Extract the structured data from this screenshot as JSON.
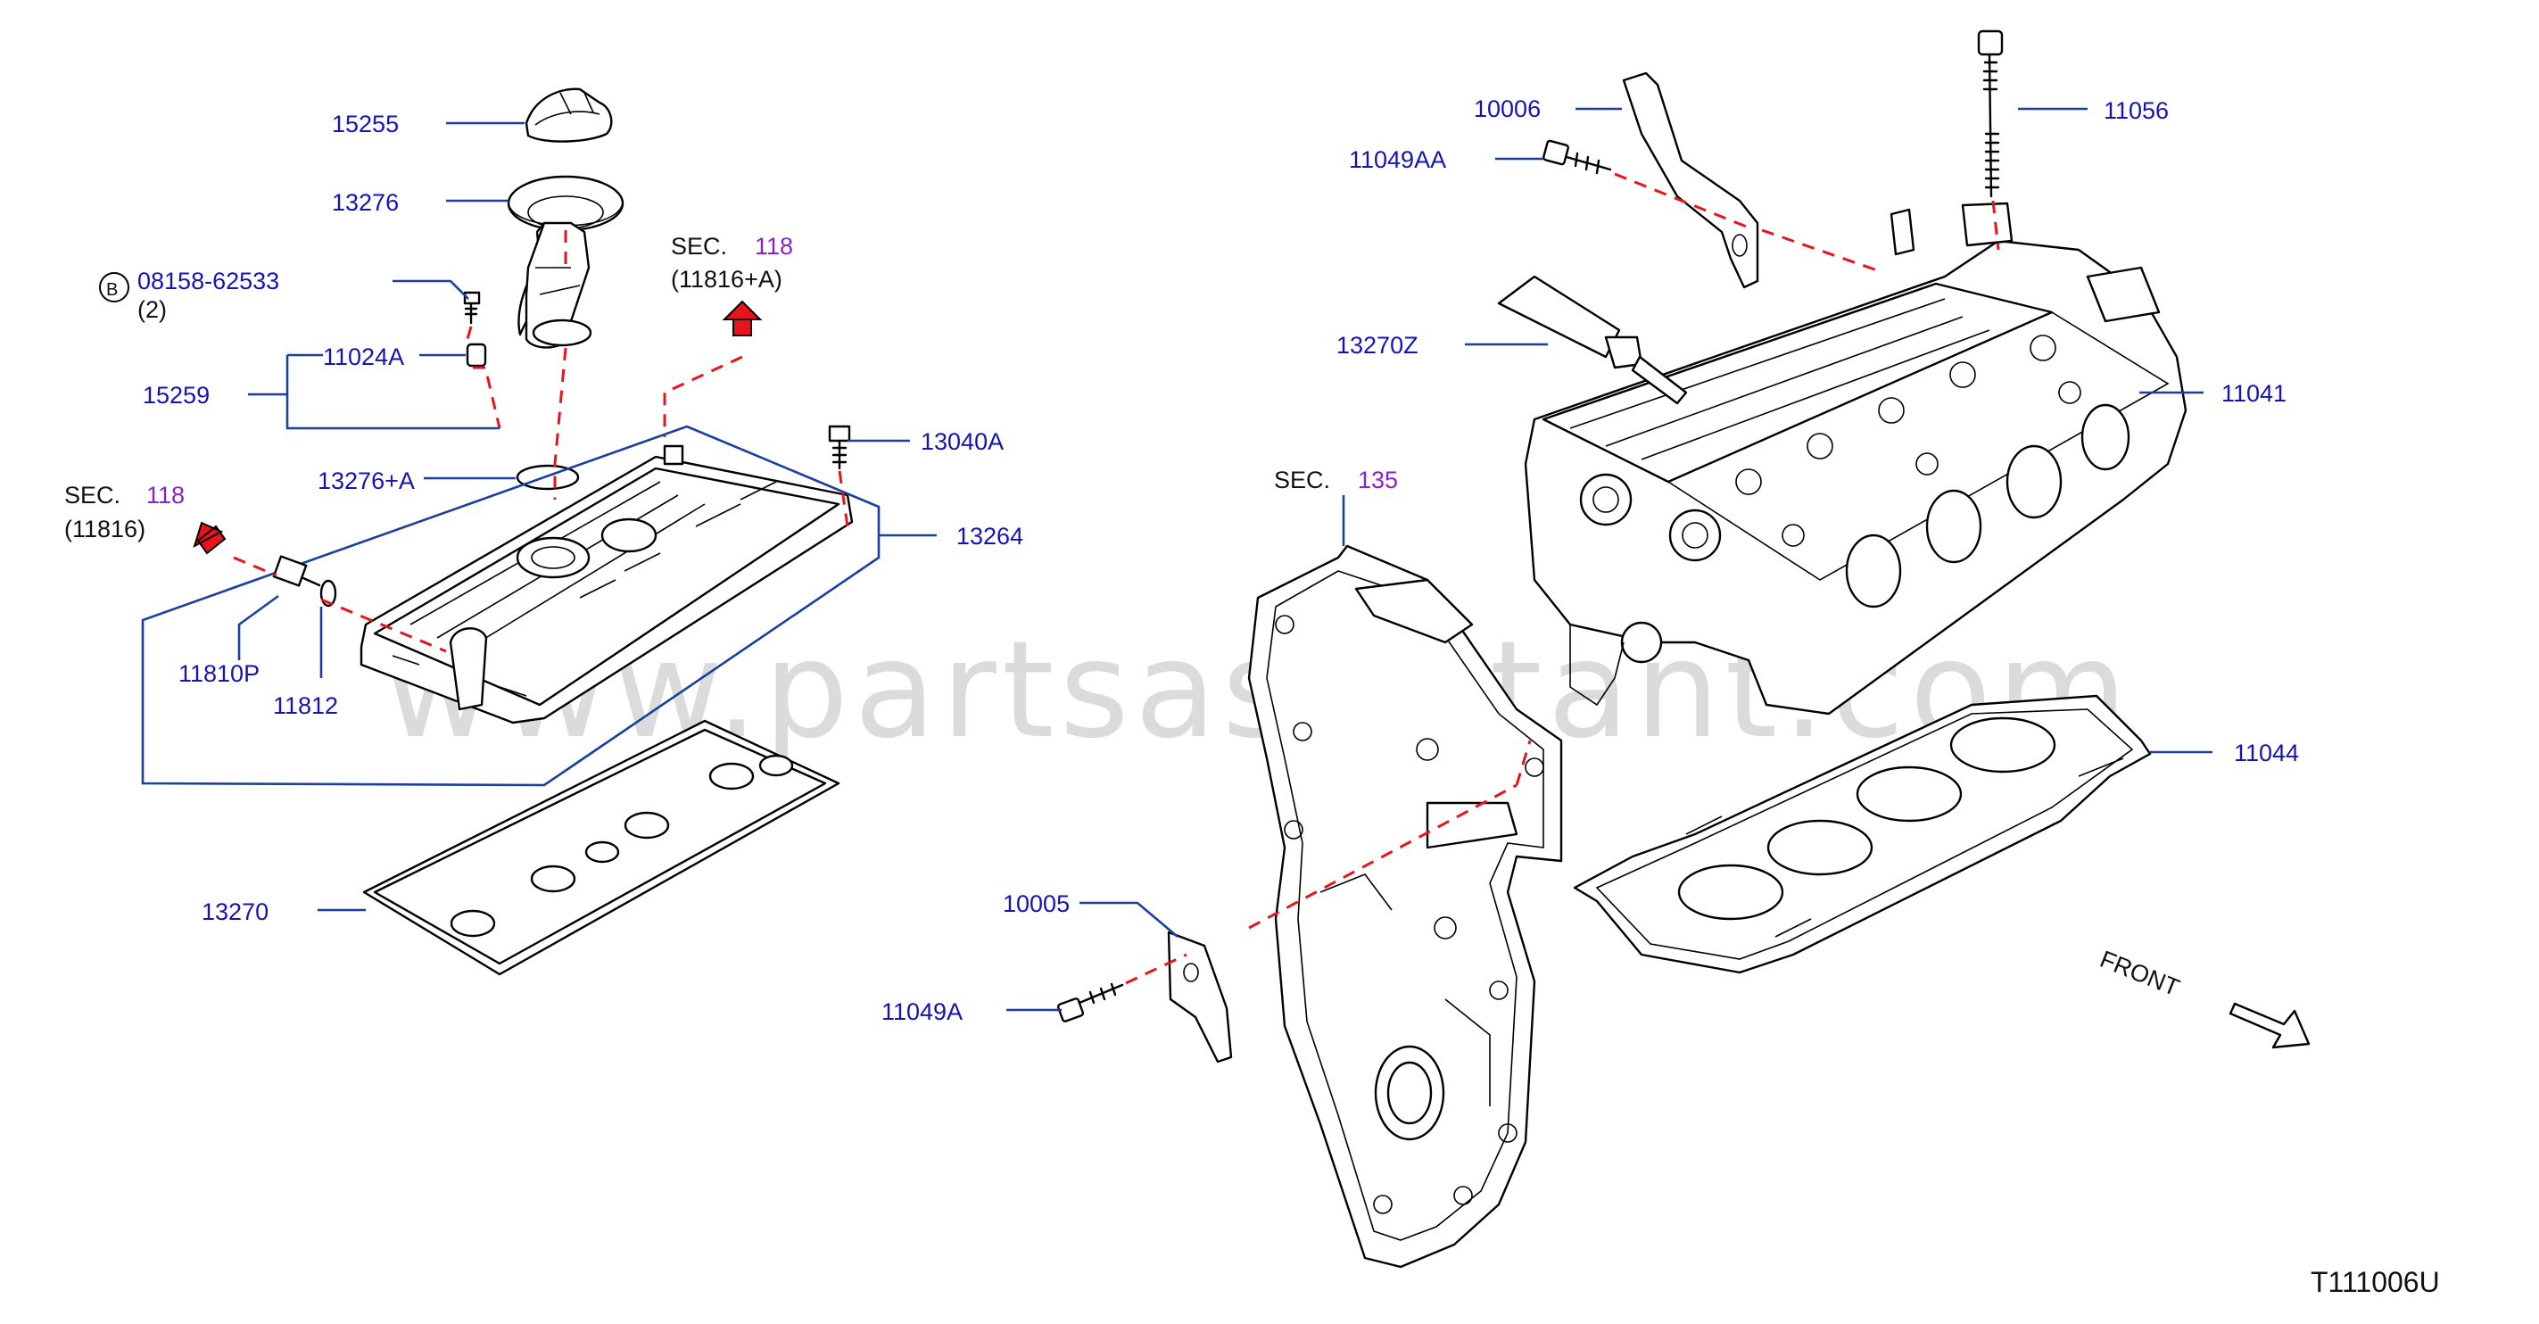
{
  "diagram_code": "T111006U",
  "watermark": "www.partsassistant.com",
  "front_label": "FRONT",
  "bolt_symbol": "B",
  "colors": {
    "label": "#1414b4",
    "section_ref": "#8a22c8",
    "leader": "#1a3fa0",
    "connector": "#e8141b"
  },
  "labels": {
    "p15255": "15255",
    "p13276": "13276",
    "p08158": "08158-62533",
    "p08158_qty": "(2)",
    "p11024A": "11024A",
    "p15259": "15259",
    "p13276A": "13276+A",
    "p13040A": "13040A",
    "p13264": "13264",
    "p11810P": "11810P",
    "p11812": "11812",
    "p13270": "13270",
    "p10006": "10006",
    "p11049AA": "11049AA",
    "p11056": "11056",
    "p13270Z": "13270Z",
    "p11041": "11041",
    "p11044": "11044",
    "p10005": "10005",
    "p11049A": "11049A"
  },
  "section_refs": {
    "sec_a": {
      "prefix": "SEC.",
      "number": "118",
      "sub": "(11816+A)"
    },
    "sec_b": {
      "prefix": "SEC.",
      "number": "118",
      "sub": "(11816)"
    },
    "sec_c": {
      "prefix": "SEC.",
      "number": "135"
    }
  }
}
